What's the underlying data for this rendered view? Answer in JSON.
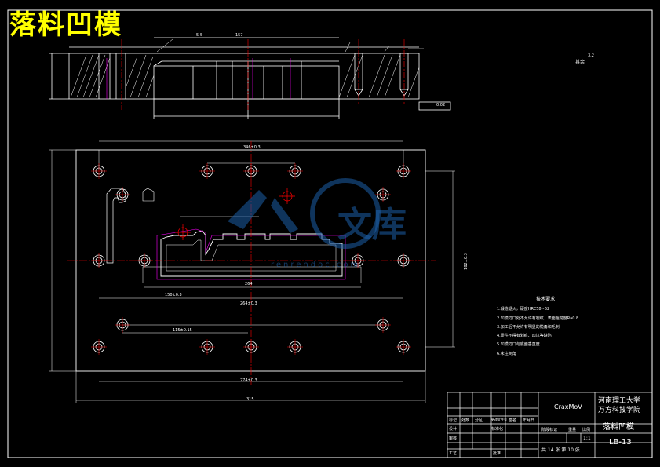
{
  "title": "落料凹模",
  "roughness_note": "其余",
  "roughness_value": "3.2",
  "tech_requirements": {
    "heading": "技术要求",
    "items": [
      "1.锻造退火，硬度HRC58~62",
      "2.凹模刃口处不允许有裂纹、表面粗糙度Ra0.8",
      "3.加工后不允许有明显的锐角和毛刺",
      "4.零件不得有划痕、凹坑等缺陷",
      "5.凹模刃口与底面垂直度",
      "6.未注倒角"
    ]
  },
  "dimensions": {
    "top_width": "157",
    "top_left": "5-5",
    "plan_width_mid": "346±0.3",
    "plan_width_inner": "274±0.3",
    "plan_height": "182±0.3",
    "total_width": "315",
    "bottom_width": "274±0.3",
    "inner_width": "264",
    "d1": "150±0.3",
    "d2": "115±0.15",
    "d3": "264±0.3",
    "tolerance_frame": "0.02"
  },
  "title_block": {
    "software": "CraxMoV",
    "school": "河南理工大学",
    "college": "万方科技学院",
    "part_name": "落料凹模",
    "drawing_no": "LB-13",
    "scale": "1:1",
    "sheet": "共 14 张  第 10 张",
    "row_labels": [
      "标记",
      "设计",
      "审核",
      "工艺"
    ],
    "col_labels": [
      "处数",
      "分区",
      "更改文件号",
      "签名",
      "年月日"
    ],
    "stage_labels": [
      "阶段标记",
      "重量",
      "比例"
    ],
    "standard": "标准化",
    "approve": "批准"
  },
  "watermark": {
    "text": "文库",
    "sub": "renrendoc.com"
  },
  "colors": {
    "background": "#000000",
    "lines": "#ffffff",
    "title": "#ffff00",
    "centerline": "#ff0000",
    "hidden": "#ff00ff",
    "watermark": "#1d5fa8"
  }
}
